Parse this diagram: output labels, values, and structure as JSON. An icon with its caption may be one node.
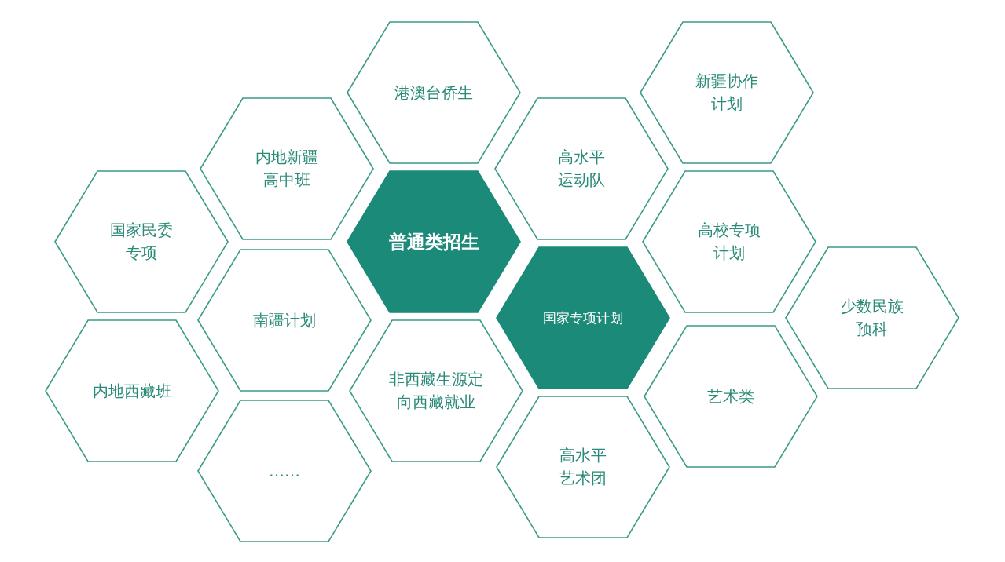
{
  "diagram": {
    "nodes": [
      {
        "text": [
          "港澳台侨生"
        ]
      },
      {
        "text": [
          "新疆协作计划"
        ]
      },
      {
        "text": [
          "内地新疆高中班"
        ]
      },
      {
        "text": [
          "高水平运动队"
        ]
      },
      {
        "text": [
          "国家民委专项"
        ]
      },
      {
        "text": [
          "普通类招生"
        ]
      },
      {
        "text": [
          "高校专项计划"
        ]
      },
      {
        "text": [
          "南疆计划"
        ]
      },
      {
        "text": [
          "国家专项计划"
        ]
      },
      {
        "text": [
          "少数民族预科"
        ]
      },
      {
        "text": [
          "内地西藏班"
        ]
      },
      {
        "text": [
          "非西藏生源定向西藏就业"
        ]
      },
      {
        "text": [
          "艺术类"
        ]
      },
      {
        "text": [
          "……"
        ]
      },
      {
        "text": [
          "高水平艺术团"
        ]
      }
    ]
  }
}
